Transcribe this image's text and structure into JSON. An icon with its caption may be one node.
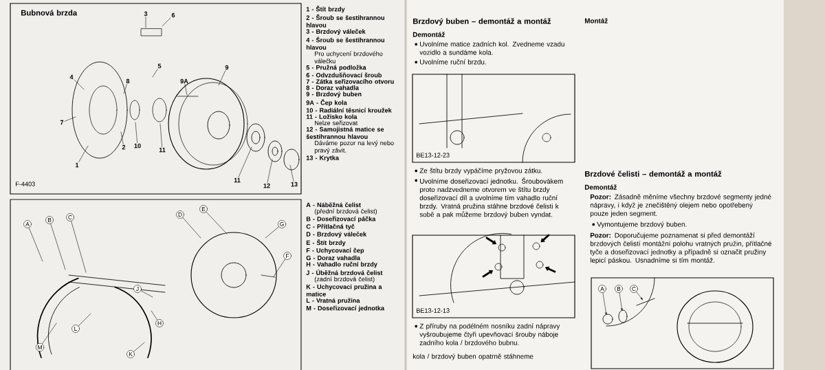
{
  "diagram": {
    "nodes": [
      {
        "text": [
          "1"
        ]
      },
      {
        "text": [
          "2"
        ]
      },
      {
        "text": [
          "3"
        ]
      },
      {
        "text": [
          "4"
        ]
      },
      {
        "text": [
          "5"
        ]
      },
      {
        "text": [
          "6"
        ]
      },
      {
        "text": [
          "7"
        ]
      },
      {
        "text": [
          "8"
        ]
      },
      {
        "text": [
          "9"
        ]
      },
      {
        "text": [
          "9A"
        ]
      },
      {
        "text": [
          "10"
        ]
      },
      {
        "text": [
          "11"
        ]
      },
      {
        "text": [
          "11"
        ]
      },
      {
        "text": [
          "12"
        ]
      },
      {
        "text": [
          "13"
        ]
      },
      {
        "text": [
          "A"
        ]
      },
      {
        "text": [
          "B"
        ]
      },
      {
        "text": [
          "C"
        ]
      },
      {
        "text": [
          "D"
        ]
      },
      {
        "text": [
          "E"
        ]
      },
      {
        "text": [
          "F"
        ]
      },
      {
        "text": [
          "G"
        ]
      },
      {
        "text": [
          "H"
        ]
      },
      {
        "text": [
          "J"
        ]
      },
      {
        "text": [
          "K"
        ]
      },
      {
        "text": [
          "L"
        ]
      },
      {
        "text": [
          "M"
        ]
      },
      {
        "text": [
          "A"
        ]
      },
      {
        "text": [
          "B"
        ]
      },
      {
        "text": [
          "C"
        ]
      }
    ],
    "edges": [
      {
        "from": 0,
        "to": null,
        "arrow": "none"
      },
      {
        "from": 1,
        "to": null,
        "arrow": "none"
      },
      {
        "from": 2,
        "to": null,
        "arrow": "none"
      },
      {
        "from": 3,
        "to": null,
        "arrow": "none"
      },
      {
        "from": 4,
        "to": null,
        "arrow": "none"
      },
      {
        "from": 5,
        "to": null,
        "arrow": "none"
      },
      {
        "from": 6,
        "to": null,
        "arrow": "none"
      },
      {
        "from": 7,
        "to": null,
        "arrow": "none"
      },
      {
        "from": 8,
        "to": null,
        "arrow": "none"
      },
      {
        "from": 9,
        "to": null,
        "arrow": "none"
      },
      {
        "from": 10,
        "to": null,
        "arrow": "none"
      },
      {
        "from": 11,
        "to": null,
        "arrow": "none"
      },
      {
        "from": 12,
        "to": null,
        "arrow": "none"
      },
      {
        "from": 13,
        "to": null,
        "arrow": "none"
      },
      {
        "from": 14,
        "to": null,
        "arrow": "none"
      },
      {
        "from": 15,
        "to": null,
        "arrow": "none"
      },
      {
        "from": 16,
        "to": null,
        "arrow": "none"
      },
      {
        "from": 17,
        "to": null,
        "arrow": "none"
      },
      {
        "from": 18,
        "to": null,
        "arrow": "none"
      },
      {
        "from": 19,
        "to": null,
        "arrow": "none"
      },
      {
        "from": 20,
        "to": null,
        "arrow": "none"
      },
      {
        "from": 21,
        "to": null,
        "arrow": "none"
      },
      {
        "from": 22,
        "to": null,
        "arrow": "none"
      },
      {
        "from": 23,
        "to": null,
        "arrow": "none"
      },
      {
        "from": 24,
        "to": null,
        "arrow": "none"
      },
      {
        "from": 25,
        "to": null,
        "arrow": "none"
      },
      {
        "from": 26,
        "to": null,
        "arrow": "none"
      },
      {
        "from": 27,
        "to": null,
        "arrow": "to"
      },
      {
        "from": 28,
        "to": null,
        "arrow": "to"
      },
      {
        "from": 29,
        "to": null,
        "arrow": "to"
      }
    ],
    "labels": [
      "Bubnová brzda",
      "F-4403",
      "1 - Štít brzdy",
      "2 - Šroub se šestihrannou hlavou",
      "3 - Brzdový váleček",
      "4 - Šroub se šestihrannou hlavou",
      "Pro uchycení brzdového válečku",
      "5 - Pružná podložka",
      "6 - Odvzdušňovací šroub",
      "7 - Zátka seřizovacího otvoru",
      "8 - Doraz vahadla",
      "9 - Brzdový buben",
      "9A - Čep kola",
      "10 - Radiální těsnicí kroužek",
      "11 - Ložisko kola",
      "Nelze seřizovat",
      "12 - Samojistná matice se šestihrannou hlavou",
      "Dáváme pozor na levý nebo pravý závit.",
      "13 - Krytka",
      "A - Náběžná čelist",
      "(přední brzdová čelist)",
      "B - Doseřizovací páčka",
      "C - Přítlačná tyč",
      "D - Brzdový váleček",
      "E - Štít brzdy",
      "F - Uchycovací čep",
      "G - Doraz vahadla",
      "H - Vahadlo ruční brzdy",
      "J - Úběžná brzdová čelist",
      "(zadní brzdová čelist)",
      "K - Uchycovací pružina a matice",
      "L - Vratná pružina",
      "M - Doseřizovací jednotka",
      "Brzdový buben – demontáž a montáž",
      "Demontáž",
      "Uvolníme matice zadních kol. Zvedneme vzadu vozidlo a sundáme kola.",
      "Uvolníme ruční brzdu.",
      "BE13-12-23",
      "Ze štítu brzdy vypáčíme pryžovou zátku.",
      "Uvolníme doseřizovací jednotku. Šroubovákem proto nadzvedneme otvorem ve štítu brzdy doseřizovací díl a uvolníme tím vahadlo ruční brzdy. Vratná pružina stáhne brzdové čelisti k sobě a pak můžeme brzdový buben vyndat.",
      "BE13-12-13",
      "Z příruby na podélném nosníku zadní nápravy vyšroubujeme čtyři upevňovací šrouby náboje zadního kola / brzdového bubnu.",
      "kola / brzdový buben opatrně stáhneme",
      "Montáž",
      "Brzdové čelisti – demontáž a montáž",
      "Demontáž",
      "**Pozor:** Zásadně měníme všechny brzdové segmenty jedné nápravy, i když je znečištěný olejem nebo opotřebený pouze jeden segment.",
      "Vymontujeme brzdový buben.",
      "**Pozor:** Doporučujeme poznamenat si před demontáží brzdových čelistí montážní polohu vratných pružin, přítlačné tyče a doseřizovací jednotky a případně si označit pružiny lepicí páskou. Usnadníme si tím montáž."
    ]
  }
}
